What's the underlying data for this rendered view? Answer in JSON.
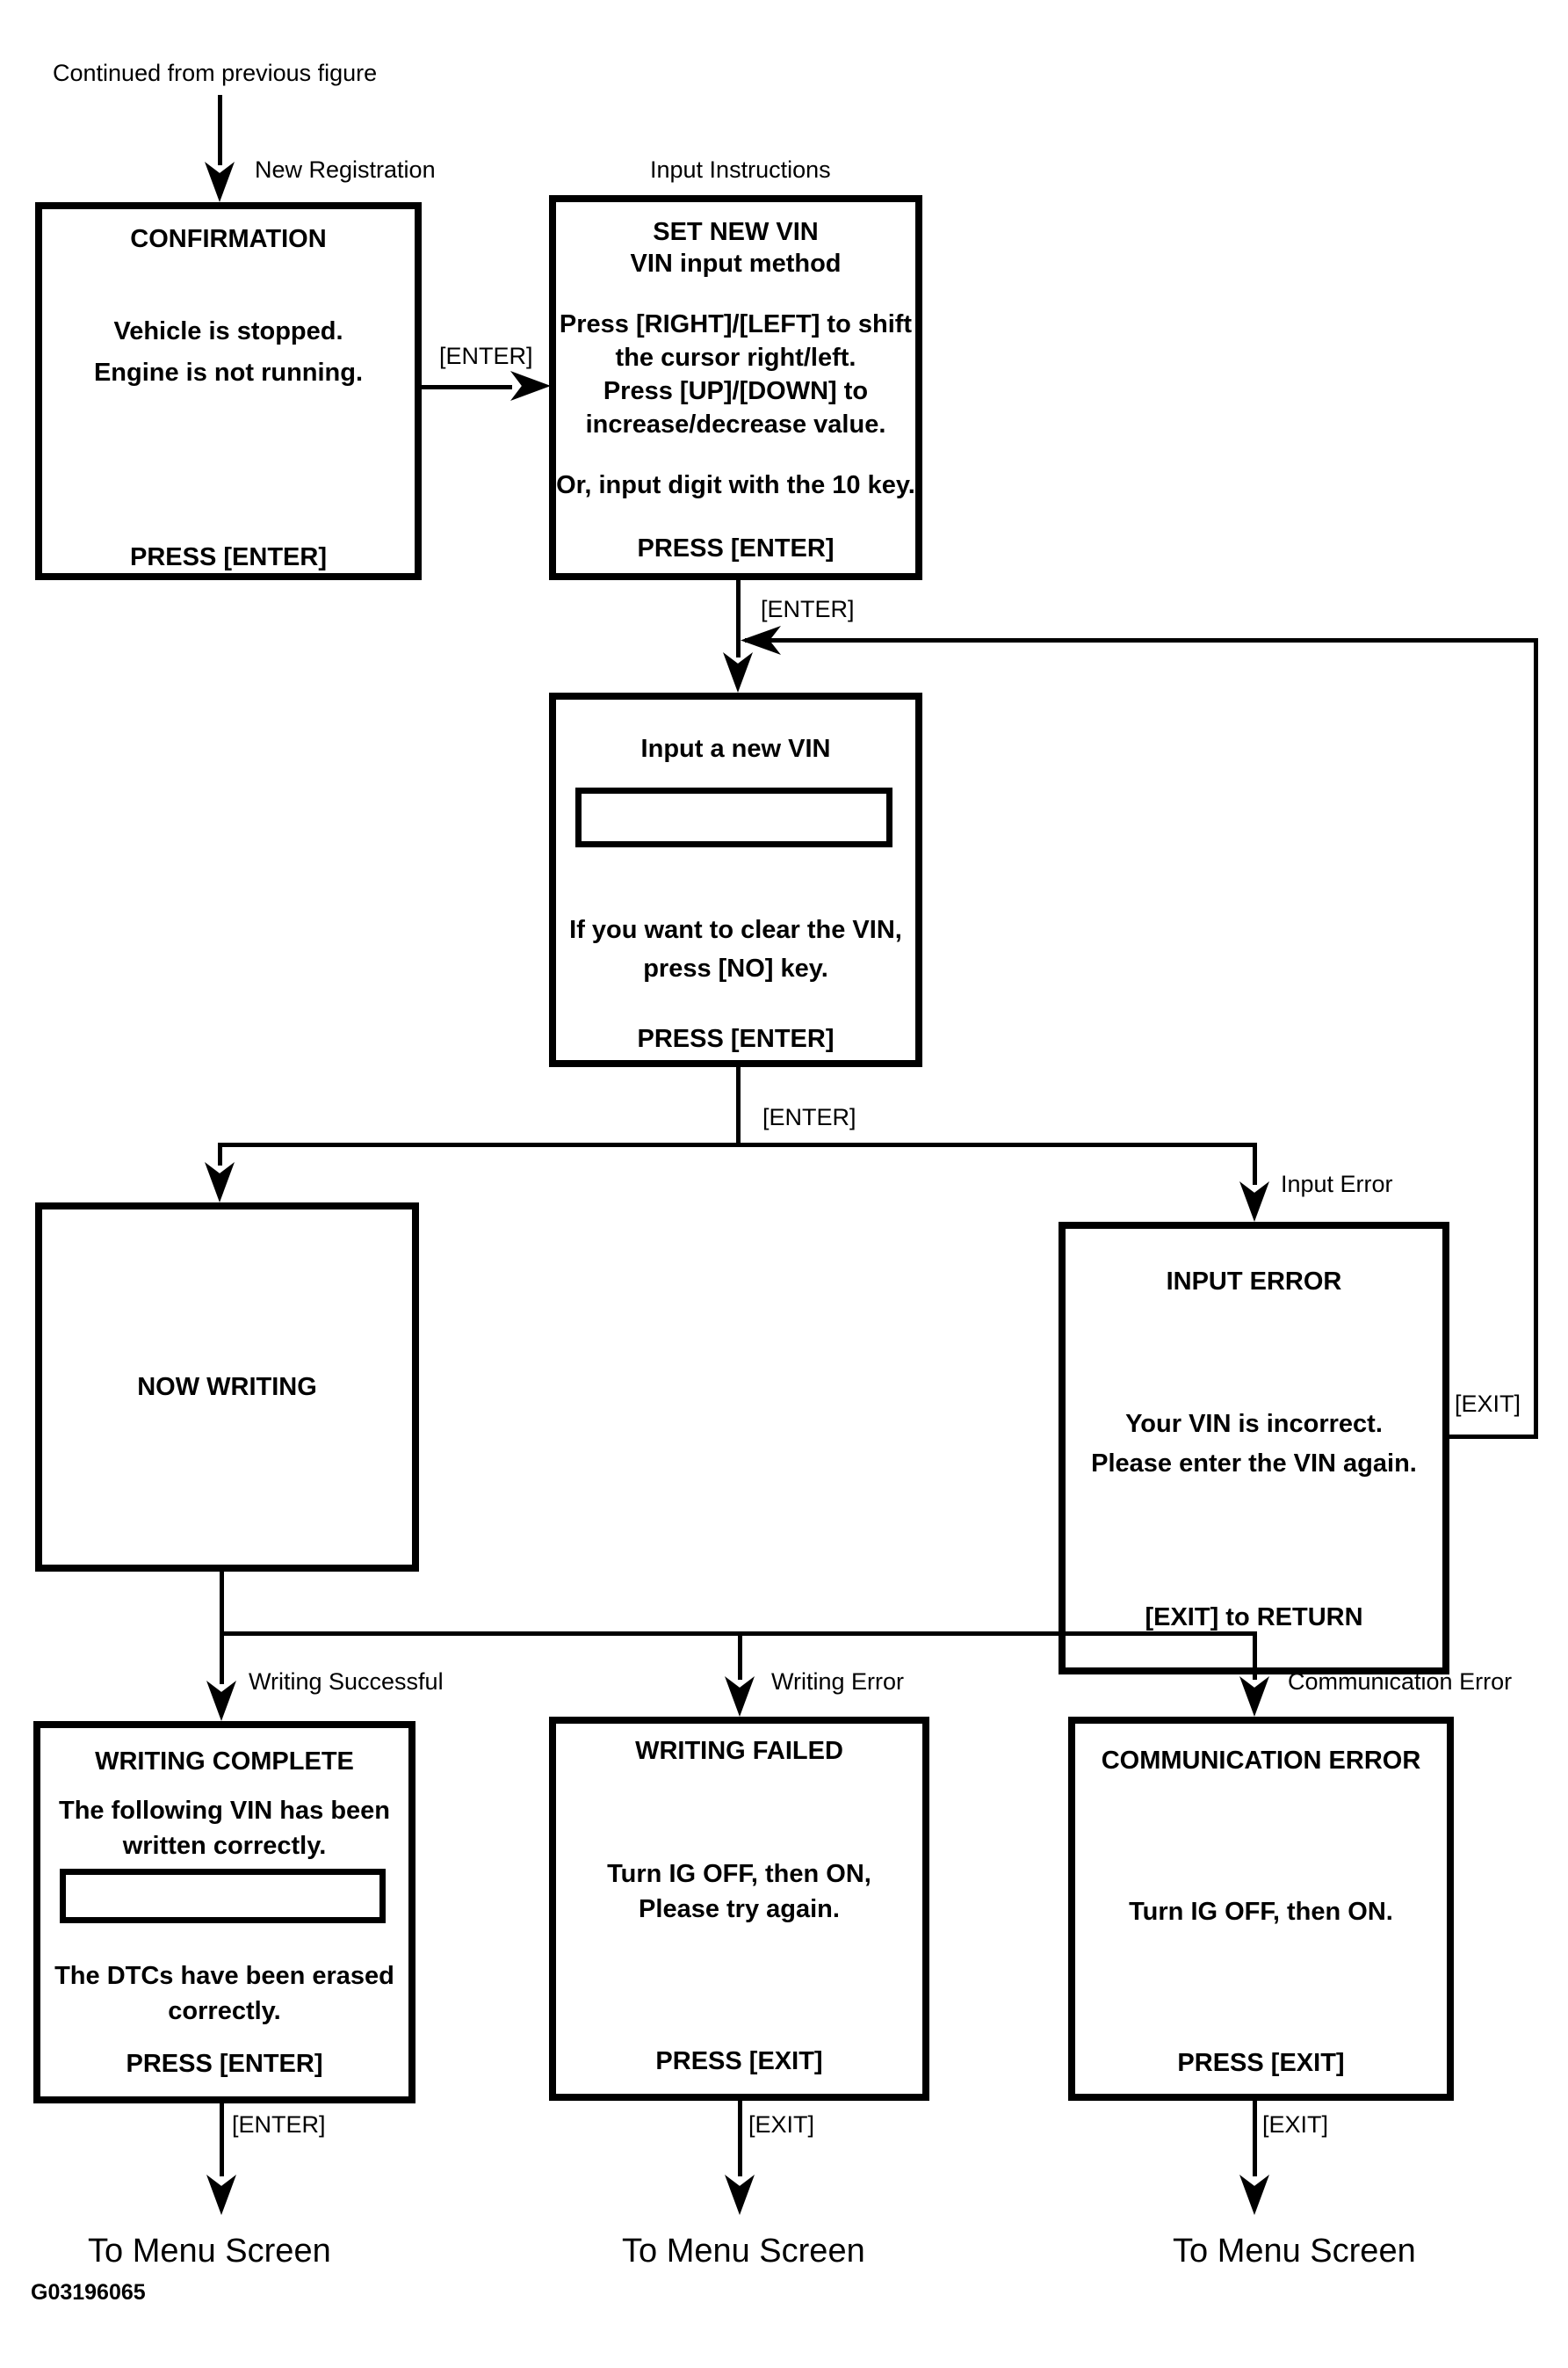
{
  "title_note": "Continued from previous figure",
  "figure_code": "G03196065",
  "colors": {
    "ink": "#000000",
    "paper": "#ffffff"
  },
  "labels": {
    "new_registration": "New Registration",
    "input_instructions": "Input Instructions",
    "enter_1": "[ENTER]",
    "enter_2": "[ENTER]",
    "enter_3": "[ENTER]",
    "input_error": "Input Error",
    "exit_loop": "[EXIT]",
    "writing_successful": "Writing Successful",
    "writing_error": "Writing Error",
    "communication_error": "Communication Error",
    "enter_complete": "[ENTER]",
    "exit_failed": "[EXIT]",
    "exit_comm": "[EXIT]",
    "to_menu_1": "To Menu Screen",
    "to_menu_2": "To Menu Screen",
    "to_menu_3": "To Menu Screen"
  },
  "boxes": {
    "confirmation": {
      "title": "CONFIRMATION",
      "body": [
        "Vehicle is stopped.",
        "Engine is not running."
      ],
      "footer": "PRESS [ENTER]"
    },
    "set_new_vin": {
      "title_1": "SET NEW VIN",
      "title_2": "VIN input method",
      "body": [
        "Press [RIGHT]/[LEFT] to shift",
        "the cursor right/left.",
        "Press [UP]/[DOWN] to",
        "increase/decrease value."
      ],
      "note": "Or, input digit with the 10 key.",
      "footer": "PRESS [ENTER]"
    },
    "input_new_vin": {
      "title": "Input a new VIN",
      "vin_value": "",
      "body": [
        "If you want to clear the VIN,",
        "press [NO] key."
      ],
      "footer": "PRESS [ENTER]"
    },
    "now_writing": {
      "title": "NOW WRITING"
    },
    "input_error": {
      "title": "INPUT ERROR",
      "body": [
        "Your VIN is incorrect.",
        "Please enter the VIN again."
      ],
      "footer": "[EXIT] to RETURN"
    },
    "writing_complete": {
      "title": "WRITING COMPLETE",
      "body": [
        "The following VIN has been",
        "written correctly."
      ],
      "vin_value": "",
      "body2": [
        "The DTCs have been erased",
        "correctly."
      ],
      "footer": "PRESS [ENTER]"
    },
    "writing_failed": {
      "title": "WRITING FAILED",
      "body": [
        "Turn IG OFF, then ON,",
        "Please try again."
      ],
      "footer": "PRESS [EXIT]"
    },
    "communication_error": {
      "title": "COMMUNICATION ERROR",
      "body": [
        "Turn IG OFF, then ON."
      ],
      "footer": "PRESS [EXIT]"
    }
  }
}
